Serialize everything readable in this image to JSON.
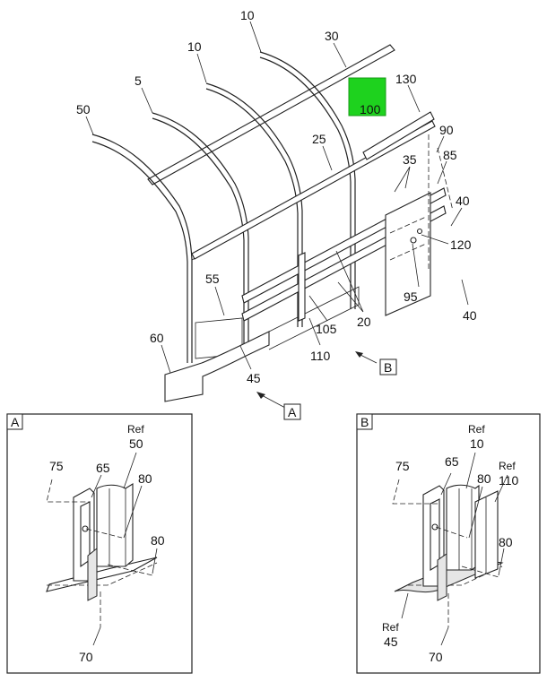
{
  "main_callouts": {
    "c10a": "10",
    "c10b": "10",
    "c30": "30",
    "c5": "5",
    "c50": "50",
    "c100": "100",
    "c130": "130",
    "c25": "25",
    "c90": "90",
    "c35": "35",
    "c85": "85",
    "c40a": "40",
    "c120": "120",
    "c95": "95",
    "c40b": "40",
    "c55": "55",
    "c20": "20",
    "c105": "105",
    "c60": "60",
    "c110": "110",
    "c45": "45"
  },
  "view_refs": {
    "ref_a": "A",
    "ref_b": "B"
  },
  "highlight": {
    "color": "#1ed21e"
  },
  "detail_a": {
    "title": "A",
    "labels": {
      "ref": "Ref",
      "ref_num": "50",
      "c75": "75",
      "c65": "65",
      "c80a": "80",
      "c80b": "80",
      "c70": "70"
    }
  },
  "detail_b": {
    "title": "B",
    "labels": {
      "ref_top": "Ref",
      "ref_top_num": "10",
      "ref_right": "Ref",
      "ref_right_num": "110",
      "c75": "75",
      "c65": "65",
      "c80a": "80",
      "c80b": "80",
      "ref_bottom": "Ref",
      "ref_bottom_num": "45",
      "c70": "70"
    }
  }
}
